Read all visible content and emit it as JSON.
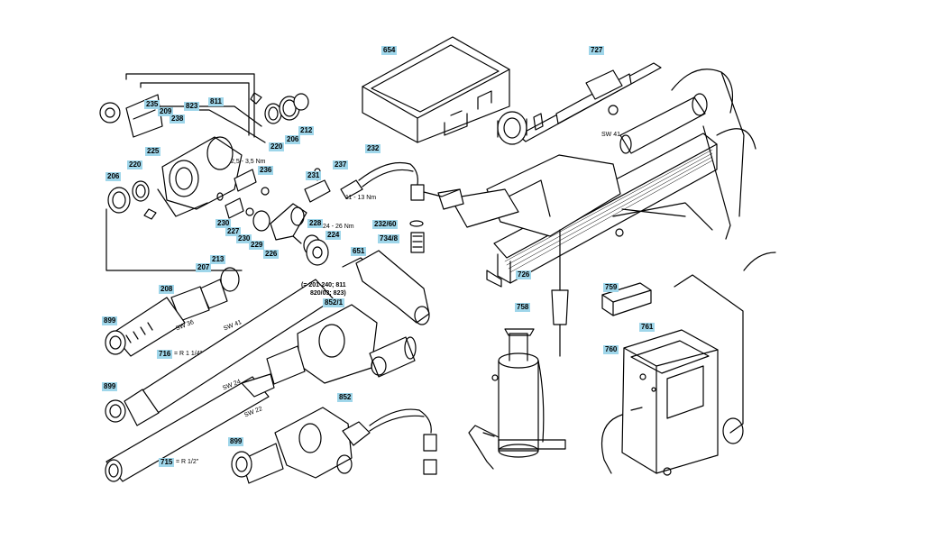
{
  "parts": {
    "p654": "654",
    "p727": "727",
    "p235": "235",
    "p209": "209",
    "p238": "238",
    "p823": "823",
    "p811": "811",
    "p220a": "220",
    "p212": "212",
    "p206a": "206",
    "p236": "236",
    "p225": "225",
    "p206b": "206",
    "p220b": "220",
    "p231": "231",
    "p237": "237",
    "p232": "232",
    "p230a": "230",
    "p227": "227",
    "p230b": "230",
    "p229": "229",
    "p226": "226",
    "p228": "228",
    "p224": "224",
    "p232_60": "232/60",
    "p734_8": "734/8",
    "p651": "651",
    "p213": "213",
    "p207": "207",
    "p208": "208",
    "p852_1": "852/1",
    "p726": "726",
    "p759": "759",
    "p758": "758",
    "p761": "761",
    "p760": "760",
    "p899a": "899",
    "p716": "716",
    "p899b": "899",
    "p852": "852",
    "p899c": "899",
    "p715": "715"
  },
  "notes": {
    "torque1": "2,5 - 3,5 Nm",
    "torque2": "11 - 13 Nm",
    "torque3": "24 - 26 Nm",
    "compat1": "(= 201-240; 811",
    "compat2": "820/03; 823)",
    "sw41_main": "SW 41",
    "sw41_rod": "SW 41",
    "sw36": "SW 36",
    "sw24": "SW 24",
    "sw22": "SW 22",
    "r114": "= R 1 1/4\"",
    "r12": "= R 1/2\""
  },
  "colors": {
    "label_fill": "#9fd6ea",
    "line": "#000000"
  }
}
